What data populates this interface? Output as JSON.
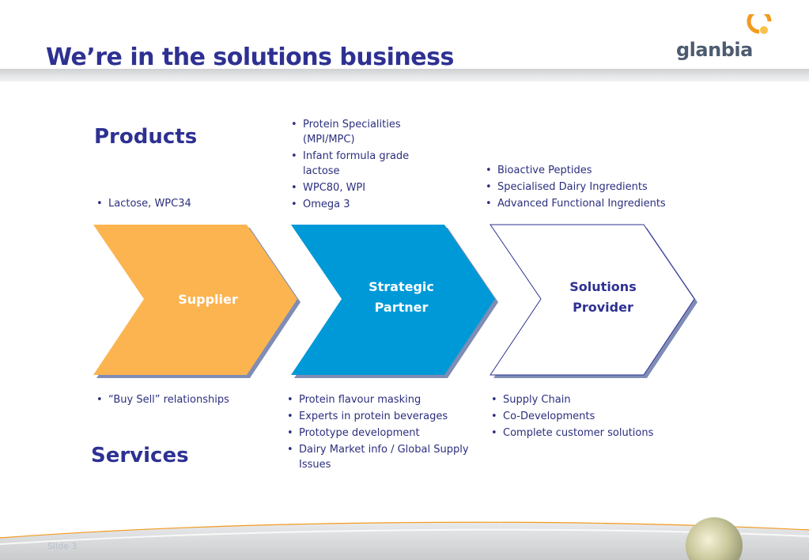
{
  "header": {
    "title": "We’re in the solutions business",
    "logo_text": "glanbia"
  },
  "products": {
    "heading": "Products",
    "columns": [
      {
        "items": [
          "Lactose, WPC34"
        ]
      },
      {
        "items": [
          "Protein Specialities (MPI/MPC)",
          "Infant formula grade lactose",
          "WPC80, WPI",
          "Omega 3"
        ]
      },
      {
        "items": [
          "Bioactive Peptides",
          "Specialised Dairy Ingredients",
          "Advanced Functional Ingredients"
        ]
      }
    ]
  },
  "stages": [
    {
      "label": "Supplier",
      "fill": "#fbb450",
      "text_color": "#ffffff"
    },
    {
      "label": "Strategic Partner",
      "fill": "#0099d8",
      "text_color": "#ffffff"
    },
    {
      "label": "Solutions Provider",
      "fill": "#ffffff",
      "text_color": "#2e3192"
    }
  ],
  "services": {
    "heading": "Services",
    "columns": [
      {
        "items": [
          "“Buy Sell”  relationships"
        ]
      },
      {
        "items": [
          "Protein flavour masking",
          "Experts in protein beverages",
          "Prototype development",
          "Dairy Market info / Global Supply Issues"
        ]
      },
      {
        "items": [
          "Supply Chain",
          "Co-Developments",
          "Complete customer solutions"
        ]
      }
    ]
  },
  "footer": {
    "slide_label": "Slide 3"
  },
  "colors": {
    "title": "#2e3192",
    "accent_orange": "#fbb450",
    "accent_blue": "#0099d8",
    "logo_orange": "#f39a1e"
  }
}
